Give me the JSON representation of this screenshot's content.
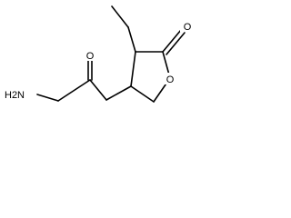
{
  "molecule": {
    "atoms": {
      "amine": "H2N",
      "ketone_oxygen": "O",
      "lactone_carbonyl_oxygen": "O",
      "ring_oxygen": "O"
    },
    "colors": {
      "bond": "#000000",
      "label": "#000000",
      "background": "#ffffff"
    }
  }
}
